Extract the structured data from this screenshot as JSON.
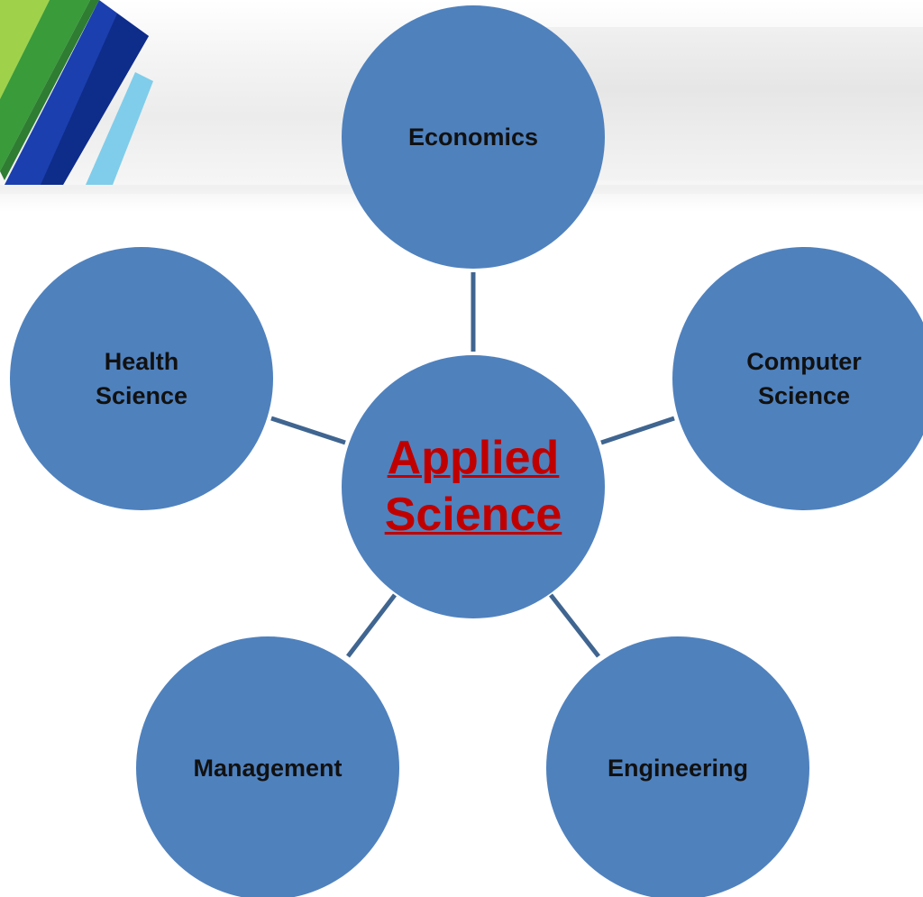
{
  "diagram": {
    "center": {
      "label": "Applied\nScience",
      "color": "#c00000"
    },
    "node_color": "#4f81bd",
    "connector_color": "#3f6590",
    "nodes": [
      {
        "label": "Economics"
      },
      {
        "label": "Computer\nScience"
      },
      {
        "label": "Engineering"
      },
      {
        "label": "Management"
      },
      {
        "label": "Health\nScience"
      }
    ]
  },
  "decoration": {
    "pencil_colors": [
      "#8dc63f",
      "#3a9b3a",
      "#1b3fae",
      "#6fc6e6"
    ]
  }
}
